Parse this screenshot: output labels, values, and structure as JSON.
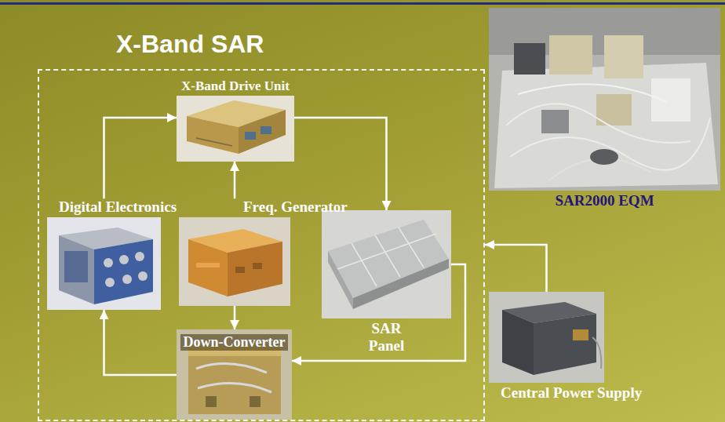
{
  "diagram": {
    "nodes": [
      {
        "text": [
          "X-Band SAR"
        ]
      },
      {
        "text": [
          "X-Band Drive Unit"
        ],
        "in": 0
      },
      {
        "text": [
          "Digital Electronics"
        ],
        "in": 0
      },
      {
        "text": [
          "Freq. Generator"
        ],
        "in": 0
      },
      {
        "text": [
          "SAR Panel"
        ],
        "in": 0
      },
      {
        "text": [
          "Down-Converter"
        ],
        "in": 0
      },
      {
        "text": [
          "SAR2000 EQM"
        ]
      },
      {
        "text": [
          "Central Power Supply"
        ]
      }
    ],
    "edges": [
      {
        "from": 2,
        "to": 1,
        "arrow": "to"
      },
      {
        "from": 1,
        "to": 4,
        "arrow": "to"
      },
      {
        "from": 3,
        "to": 1,
        "arrow": "to"
      },
      {
        "from": 3,
        "to": 5,
        "arrow": "to"
      },
      {
        "from": 4,
        "to": 5,
        "arrow": "to"
      },
      {
        "from": 5,
        "to": 2,
        "arrow": "to"
      },
      {
        "from": 7,
        "to": 0,
        "arrow": "to"
      }
    ]
  }
}
